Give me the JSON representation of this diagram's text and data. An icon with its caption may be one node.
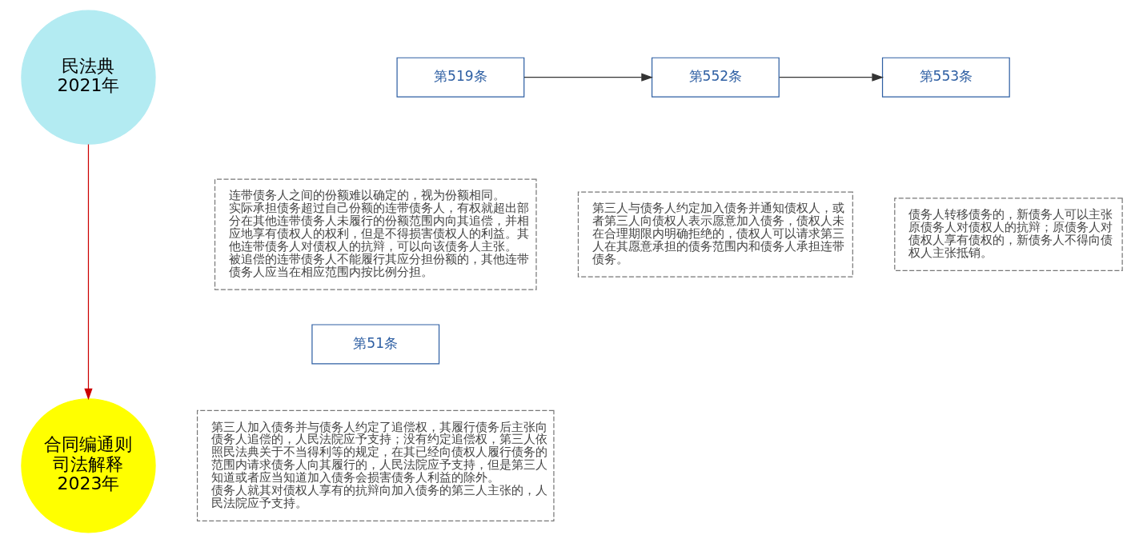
{
  "diagram": {
    "nodes": [
      {
        "text": [
          "民法典",
          "2021年"
        ]
      },
      {
        "text": [
          "第519条"
        ]
      },
      {
        "text": [
          "连带债务人之间的份额难以确定的，视为份额相同。",
          "实际承担债务超过自己份额的连带债务人，有权就超出部分在其他连带债务人未履行的份额范围内向其追偿，并相应地享有债权人的权利，但是不得损害债权人的利益。其他连带债务人对债权人的抗辩，可以向该债务人主张。",
          "被追偿的连带债务人不能履行其应分担份额的，其他连带债务人应当在相应范围内按比例分担。"
        ]
      },
      {
        "text": [
          "第552条"
        ]
      },
      {
        "text": [
          "第三人与债务人约定加入债务并通知债权人，或者第三人向债权人表示愿意加入债务，债权人未在合理期限内明确拒绝的，债权人可以请求第三人在其愿意承担的债务范围内和债务人承担连带债务。"
        ]
      },
      {
        "text": [
          "第553条"
        ]
      },
      {
        "text": [
          "债务人转移债务的，新债务人可以主张原债务人对债权人的抗辩；原债务人对债权人享有债权的，新债务人不得向债权人主张抵销。"
        ]
      },
      {
        "text": [
          "第51条"
        ]
      },
      {
        "text": [
          "第三人加入债务并与债务人约定了追偿权，其履行债务后主张向债务人追偿的，人民法院应予支持；没有约定追偿权，第三人依照民法典关于不当得利等的规定，在其已经向债权人履行债务的范围内请求债务人向其履行的，人民法院应予支持，但是第三人知道或者应当知道加入债务会损害债务人利益的除外。",
          "债务人就其对债权人享有的抗辩向加入债务的第三人主张的，人民法院应予支持。"
        ]
      },
      {
        "text": [
          "合同编通则司法解释",
          "2023年"
        ]
      }
    ],
    "edges": [
      {
        "from": 1,
        "to": 3,
        "arrow": "to"
      },
      {
        "from": 3,
        "to": 5,
        "arrow": "to"
      },
      {
        "from": 0,
        "to": 9,
        "arrow": "to",
        "color": "#cc0000"
      }
    ]
  }
}
